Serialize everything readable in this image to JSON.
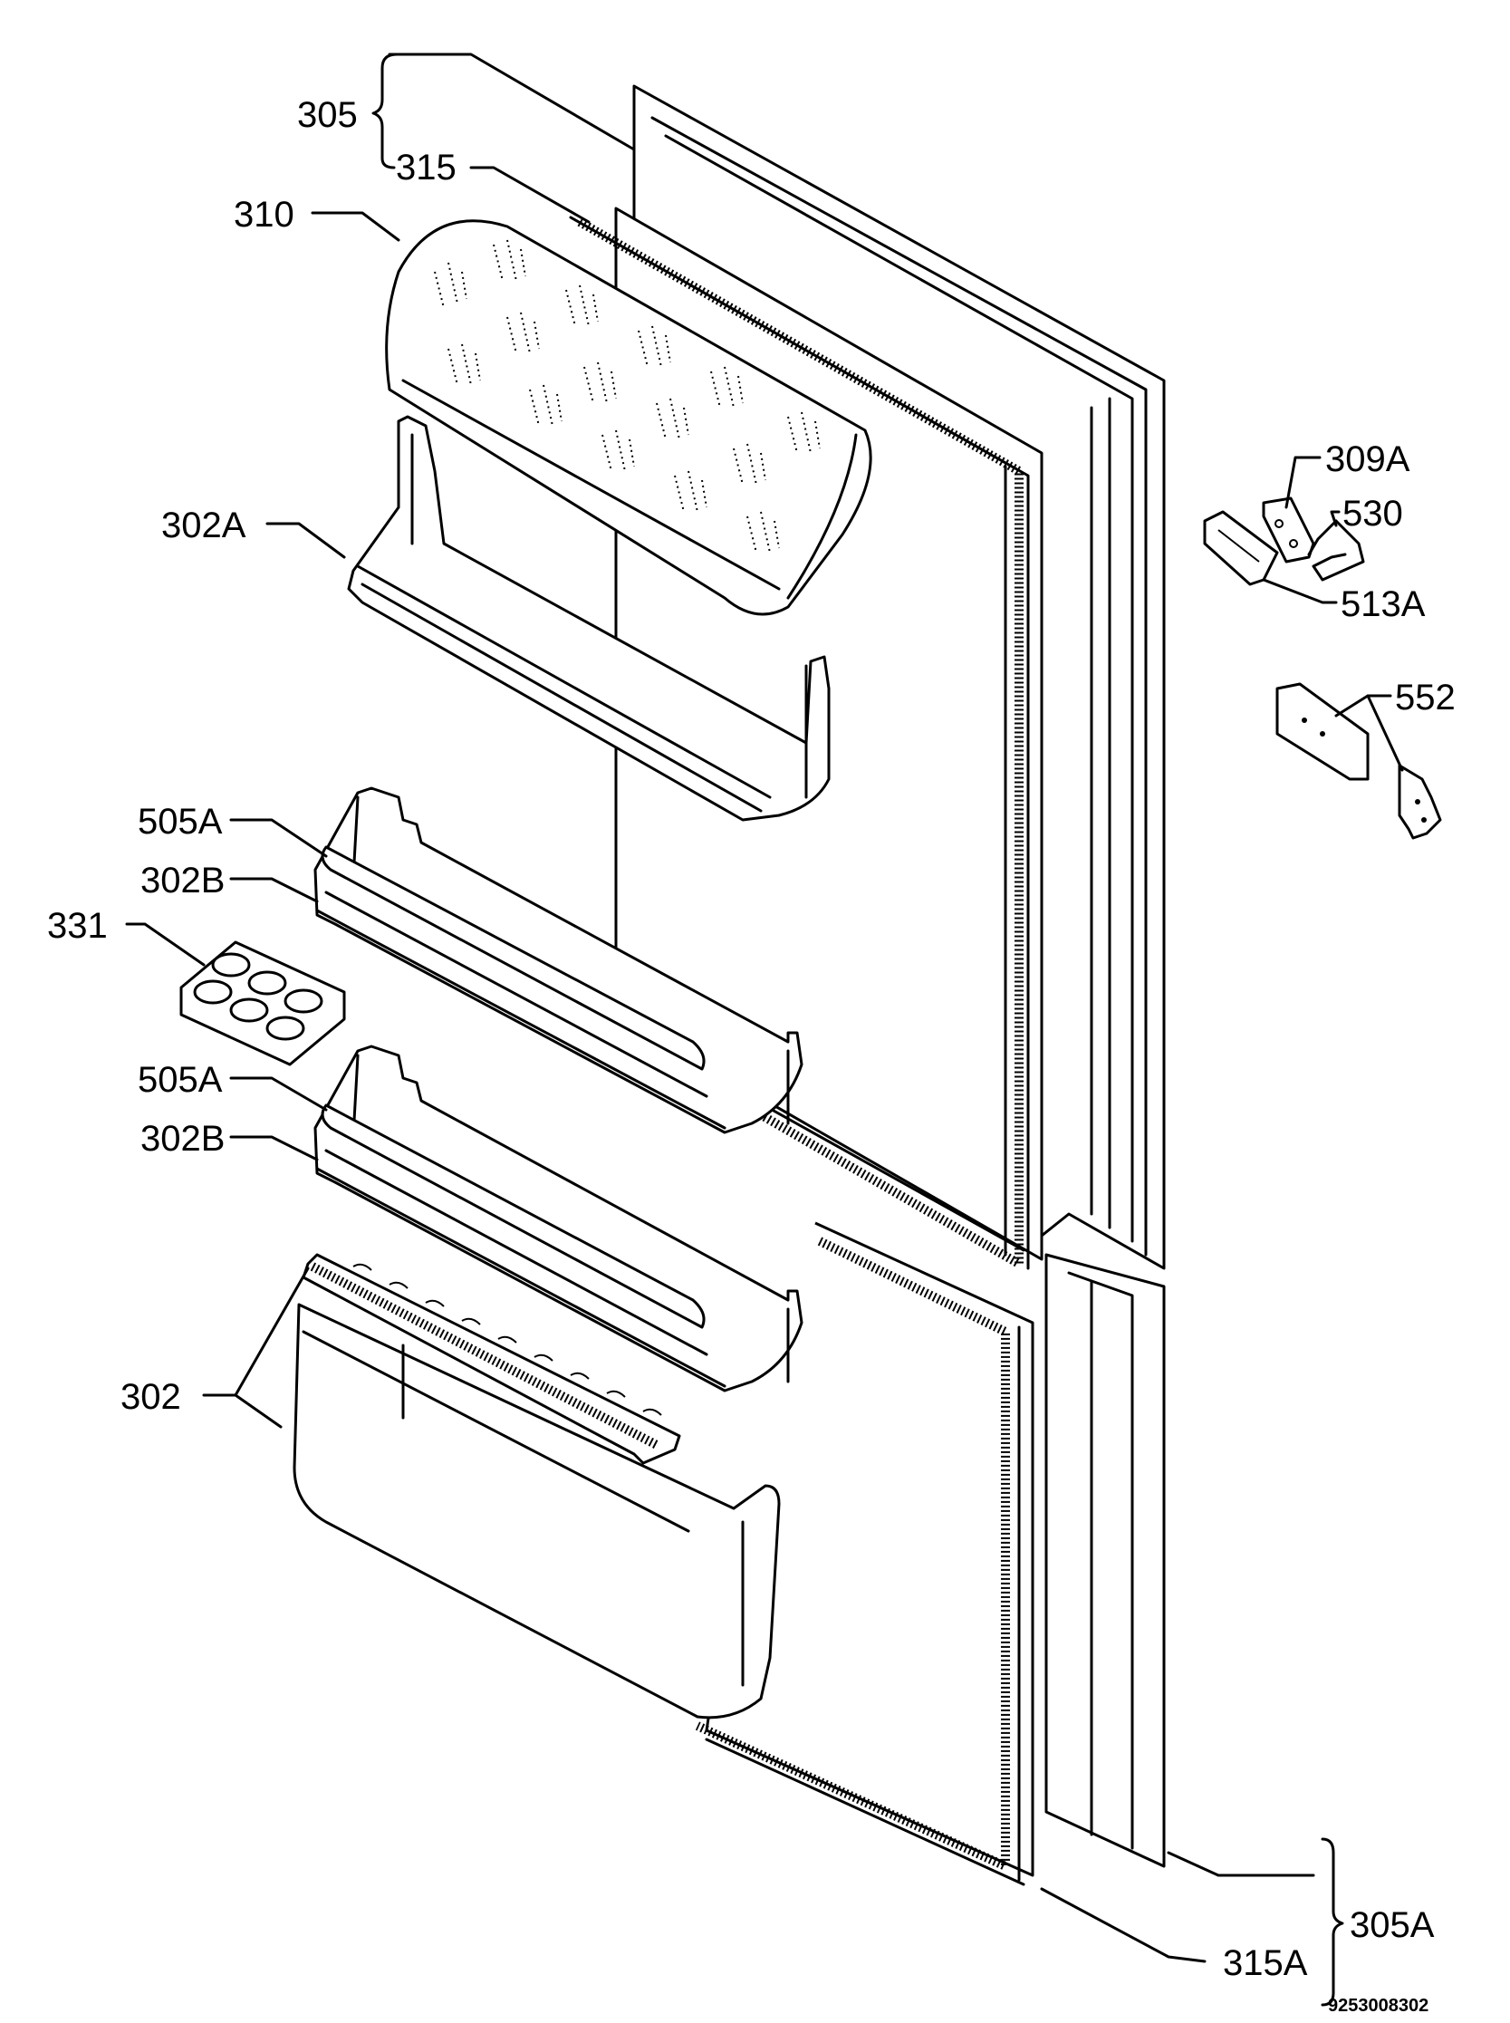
{
  "labels": {
    "l305": "305",
    "l315": "315",
    "l310": "310",
    "l302A": "302A",
    "l505A_1": "505A",
    "l302B_1": "302B",
    "l331": "331",
    "l505A_2": "505A",
    "l302B_2": "302B",
    "l302": "302",
    "l309A": "309A",
    "l530": "530",
    "l513A": "513A",
    "l552": "552",
    "l305A": "305A",
    "l315A": "315A"
  },
  "drawing_number": "9253008302"
}
